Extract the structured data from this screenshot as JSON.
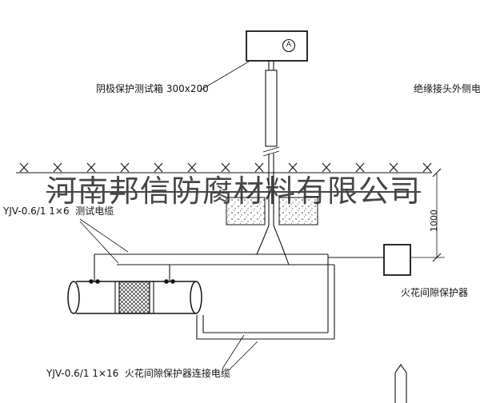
{
  "watermark": {
    "text": "河南邦信防腐材料有限公司"
  },
  "labels": {
    "test_box": "阴极保护测试箱 300x200",
    "outer_cable": "绝缘接头外侧电缆",
    "test_cable": "YJV-0.6/1 1×6  测试电缆",
    "spark_protector": "火花间隙保护器",
    "connection_cable": "YJV-0.6/1 1×16  火花间隙保护器连接电缆",
    "terminal": "A",
    "dimension": "1000"
  },
  "colors": {
    "line": "#141414",
    "watermark": "#262626"
  }
}
